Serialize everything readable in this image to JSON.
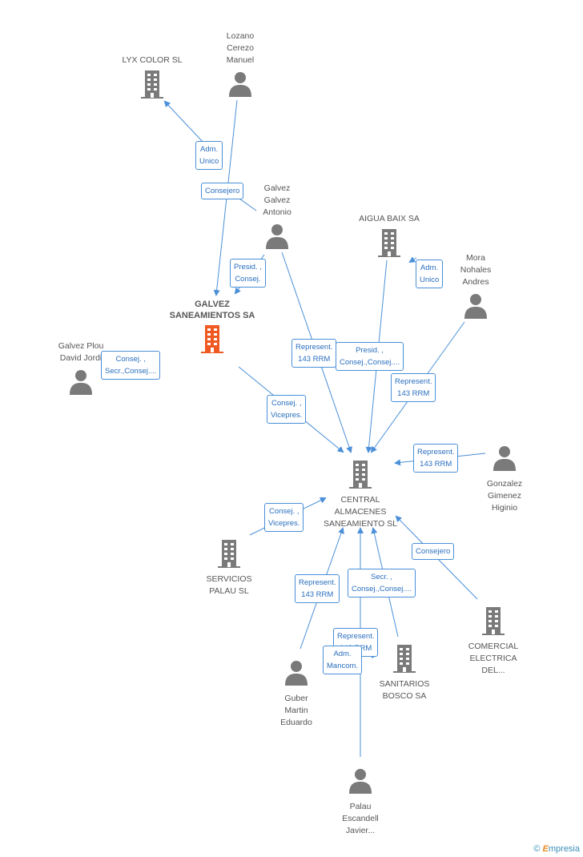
{
  "colors": {
    "edge": "#4a8fd8",
    "node": "#7a7a7a",
    "focus": "#f05a22",
    "label_text": "#2a6fbf"
  },
  "nodes": [
    {
      "id": "lyx",
      "label": "LYX COLOR SL",
      "kind": "company"
    },
    {
      "id": "lozano",
      "label": "Lozano\nCerezo\nManuel",
      "kind": "person"
    },
    {
      "id": "galvez_antonio",
      "label": "Galvez\nGalvez\nAntonio",
      "kind": "person"
    },
    {
      "id": "aigua",
      "label": "AIGUA BAIX SA",
      "kind": "company"
    },
    {
      "id": "mora",
      "label": "Mora\nNohales\nAndres",
      "kind": "person"
    },
    {
      "id": "galvez_sa",
      "label": "GALVEZ\nSANEAMIENTOS SA",
      "kind": "company",
      "focus": true
    },
    {
      "id": "galvez_plou",
      "label": "Galvez Plou\nDavid Jordi",
      "kind": "person"
    },
    {
      "id": "central",
      "label": "CENTRAL\nALMACENES\nSANEAMIENTO SL",
      "kind": "company"
    },
    {
      "id": "gonzalez",
      "label": "Gonzalez\nGimenez\nHiginio",
      "kind": "person"
    },
    {
      "id": "servicios",
      "label": "SERVICIOS\nPALAU SL",
      "kind": "company"
    },
    {
      "id": "comercial",
      "label": "COMERCIAL\nELECTRICA\nDEL...",
      "kind": "company"
    },
    {
      "id": "guber",
      "label": "Guber\nMartin\nEduardo",
      "kind": "person"
    },
    {
      "id": "sanitarios",
      "label": "SANITARIOS\nBOSCO SA",
      "kind": "company"
    },
    {
      "id": "palau",
      "label": "Palau\nEscandell\nJavier...",
      "kind": "person"
    }
  ],
  "relations": [
    {
      "id": "r1",
      "text": "Adm.\nUnico"
    },
    {
      "id": "r2",
      "text": "Consejero"
    },
    {
      "id": "r3",
      "text": "Presid. ,\nConsej."
    },
    {
      "id": "r4",
      "text": "Adm.\nUnico"
    },
    {
      "id": "r5",
      "text": "Consej. ,\nSecr.,Consej...."
    },
    {
      "id": "r6",
      "text": "Represent.\n143 RRM"
    },
    {
      "id": "r7",
      "text": "Presid. ,\nConsej.,Consej...."
    },
    {
      "id": "r8",
      "text": "Represent.\n143 RRM"
    },
    {
      "id": "r9",
      "text": "Consej. ,\nVicepres."
    },
    {
      "id": "r10",
      "text": "Represent.\n143 RRM"
    },
    {
      "id": "r11",
      "text": "Consej. ,\nVicepres."
    },
    {
      "id": "r12",
      "text": "Consejero"
    },
    {
      "id": "r13",
      "text": "Secr. ,\nConsej.,Consej...."
    },
    {
      "id": "r14",
      "text": "Represent.\n143 RRM"
    },
    {
      "id": "r15",
      "text": "Represent.\n143 RRM"
    },
    {
      "id": "r16",
      "text": "Adm.\nMancom."
    }
  ],
  "brand": {
    "symbol": "©",
    "name": "mpresia",
    "initial": "E"
  }
}
